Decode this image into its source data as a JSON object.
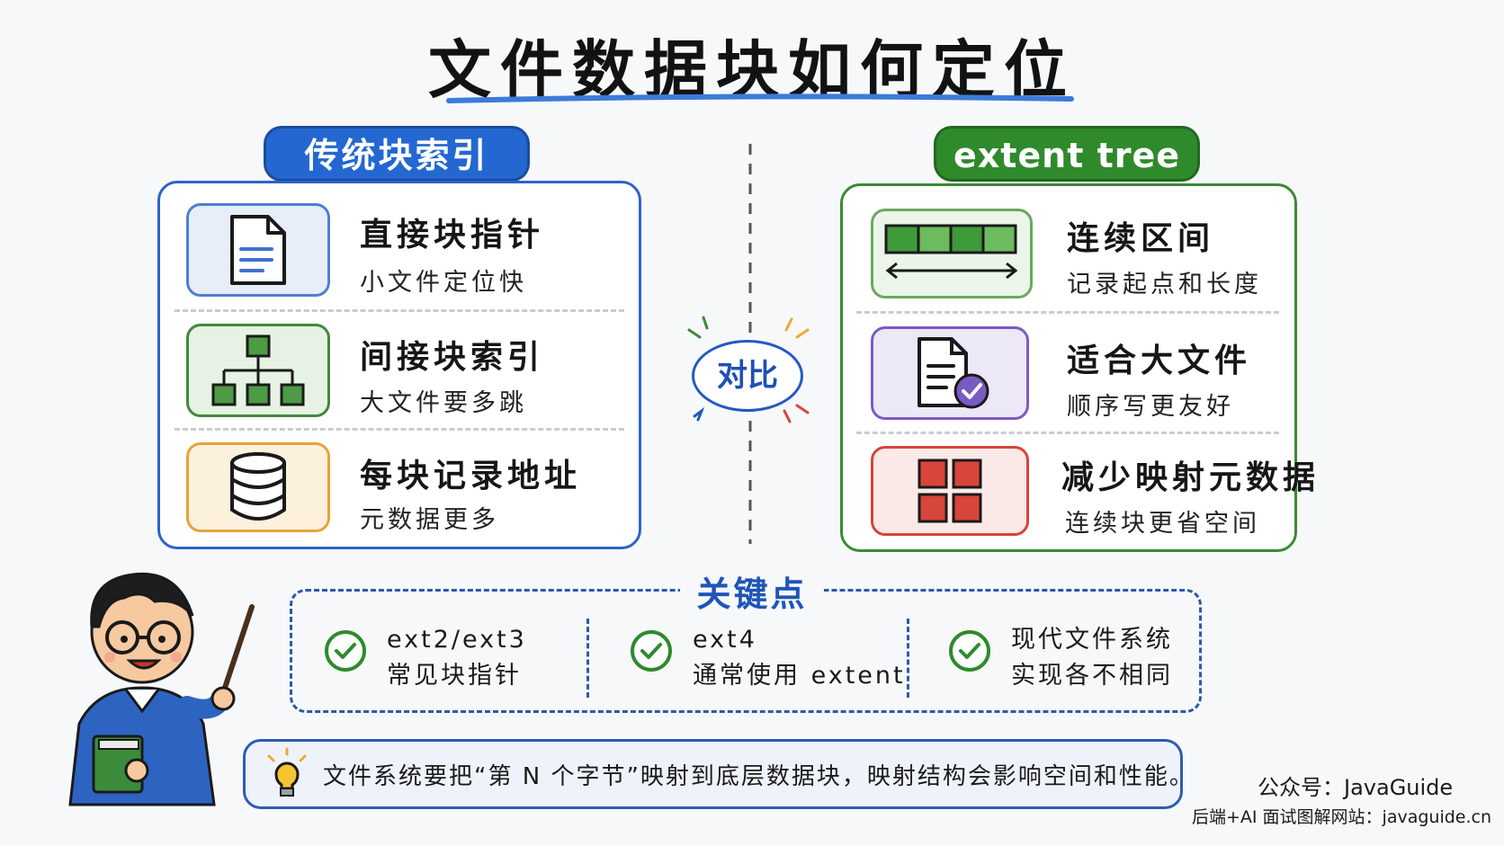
{
  "title": "文件数据块如何定位",
  "left": {
    "badge": "传统块索引",
    "rows": [
      {
        "icon": "document-icon",
        "title": "直接块指针",
        "sub": "小文件定位快"
      },
      {
        "icon": "hierarchy-icon",
        "title": "间接块索引",
        "sub": "大文件要多跳"
      },
      {
        "icon": "database-icon",
        "title": "每块记录地址",
        "sub": "元数据更多"
      }
    ]
  },
  "right": {
    "badge": "extent tree",
    "rows": [
      {
        "icon": "contiguous-blocks-icon",
        "title": "连续区间",
        "sub": "记录起点和长度"
      },
      {
        "icon": "document-check-icon",
        "title": "适合大文件",
        "sub": "顺序写更友好"
      },
      {
        "icon": "grid-icon",
        "title": "减少映射元数据",
        "sub": "连续块更省空间"
      }
    ]
  },
  "compare": "对比",
  "key": {
    "title": "关键点",
    "items": [
      {
        "line1": "ext2/ext3",
        "line2": "常见块指针"
      },
      {
        "line1": "ext4",
        "line2": "通常使用 extent"
      },
      {
        "line1": "现代文件系统",
        "line2": "实现各不相同"
      }
    ]
  },
  "summary": "文件系统要把“第 N 个字节”映射到底层数据块，映射结构会影响空间和性能。",
  "footer": {
    "account": "公众号：JavaGuide",
    "site": "后端+AI 面试图解网站：javaguide.cn"
  },
  "colors": {
    "blue": "#2467d1",
    "green": "#2f8a2c",
    "orange": "#f0a830",
    "purple": "#7a5bc4",
    "red": "#d8453a"
  }
}
